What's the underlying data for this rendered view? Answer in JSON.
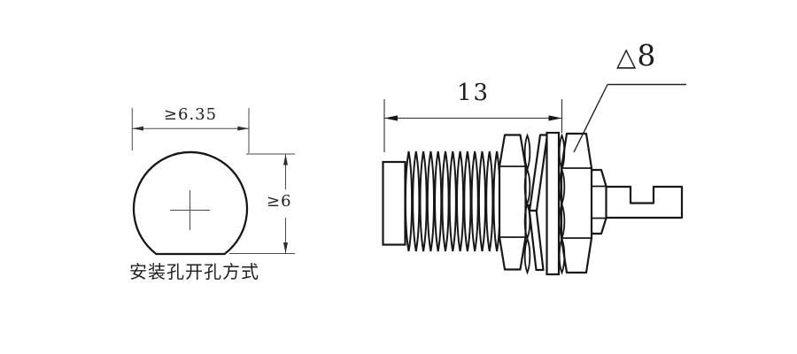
{
  "drawing": {
    "background_color": "#ffffff",
    "line_color": "#171717",
    "left_view": {
      "caption": "安装孔开孔方式",
      "width_dimension": "≥6.35",
      "height_dimension": "≥6"
    },
    "right_view": {
      "length_dimension": "13",
      "surface_finish_symbol": "△",
      "surface_finish_value": "8"
    }
  }
}
